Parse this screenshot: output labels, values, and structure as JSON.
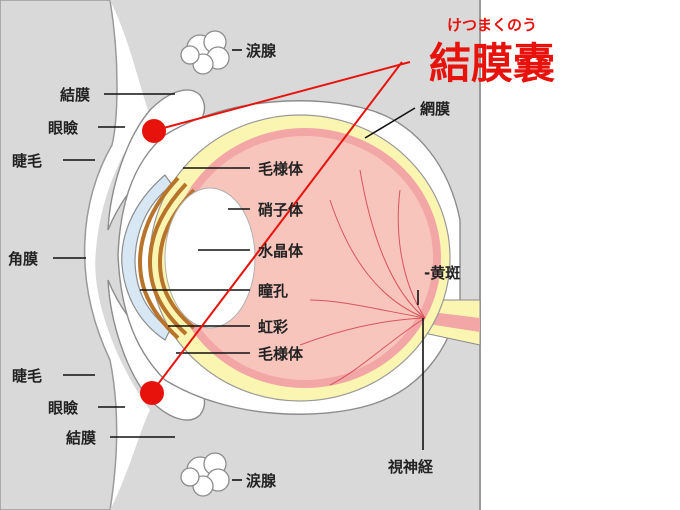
{
  "title": {
    "reading": "けつまくのう",
    "text": "結膜嚢"
  },
  "labels": {
    "lacrimal_gland_upper": "涙腺",
    "conjunctiva_upper": "結膜",
    "eyelid_upper": "眼瞼",
    "eyelash_upper": "睫毛",
    "cornea": "角膜",
    "eyelash_lower": "睫毛",
    "eyelid_lower": "眼瞼",
    "conjunctiva_lower": "結膜",
    "lacrimal_gland_lower": "涙腺",
    "retina": "網膜",
    "ciliary_body_upper": "毛様体",
    "vitreous_body": "硝子体",
    "lens": "水晶体",
    "pupil": "瞳孔",
    "iris": "虹彩",
    "ciliary_body_lower": "毛様体",
    "macula": "-黄斑",
    "optic_nerve": "視神経"
  },
  "colors": {
    "highlight": "#e8120c",
    "orbit": "#d9d9d9",
    "sclera": "#fbf5b2",
    "choroid": "#f3a6a6",
    "vitreous": "#f7c5bc",
    "iris": "#b8742a"
  }
}
